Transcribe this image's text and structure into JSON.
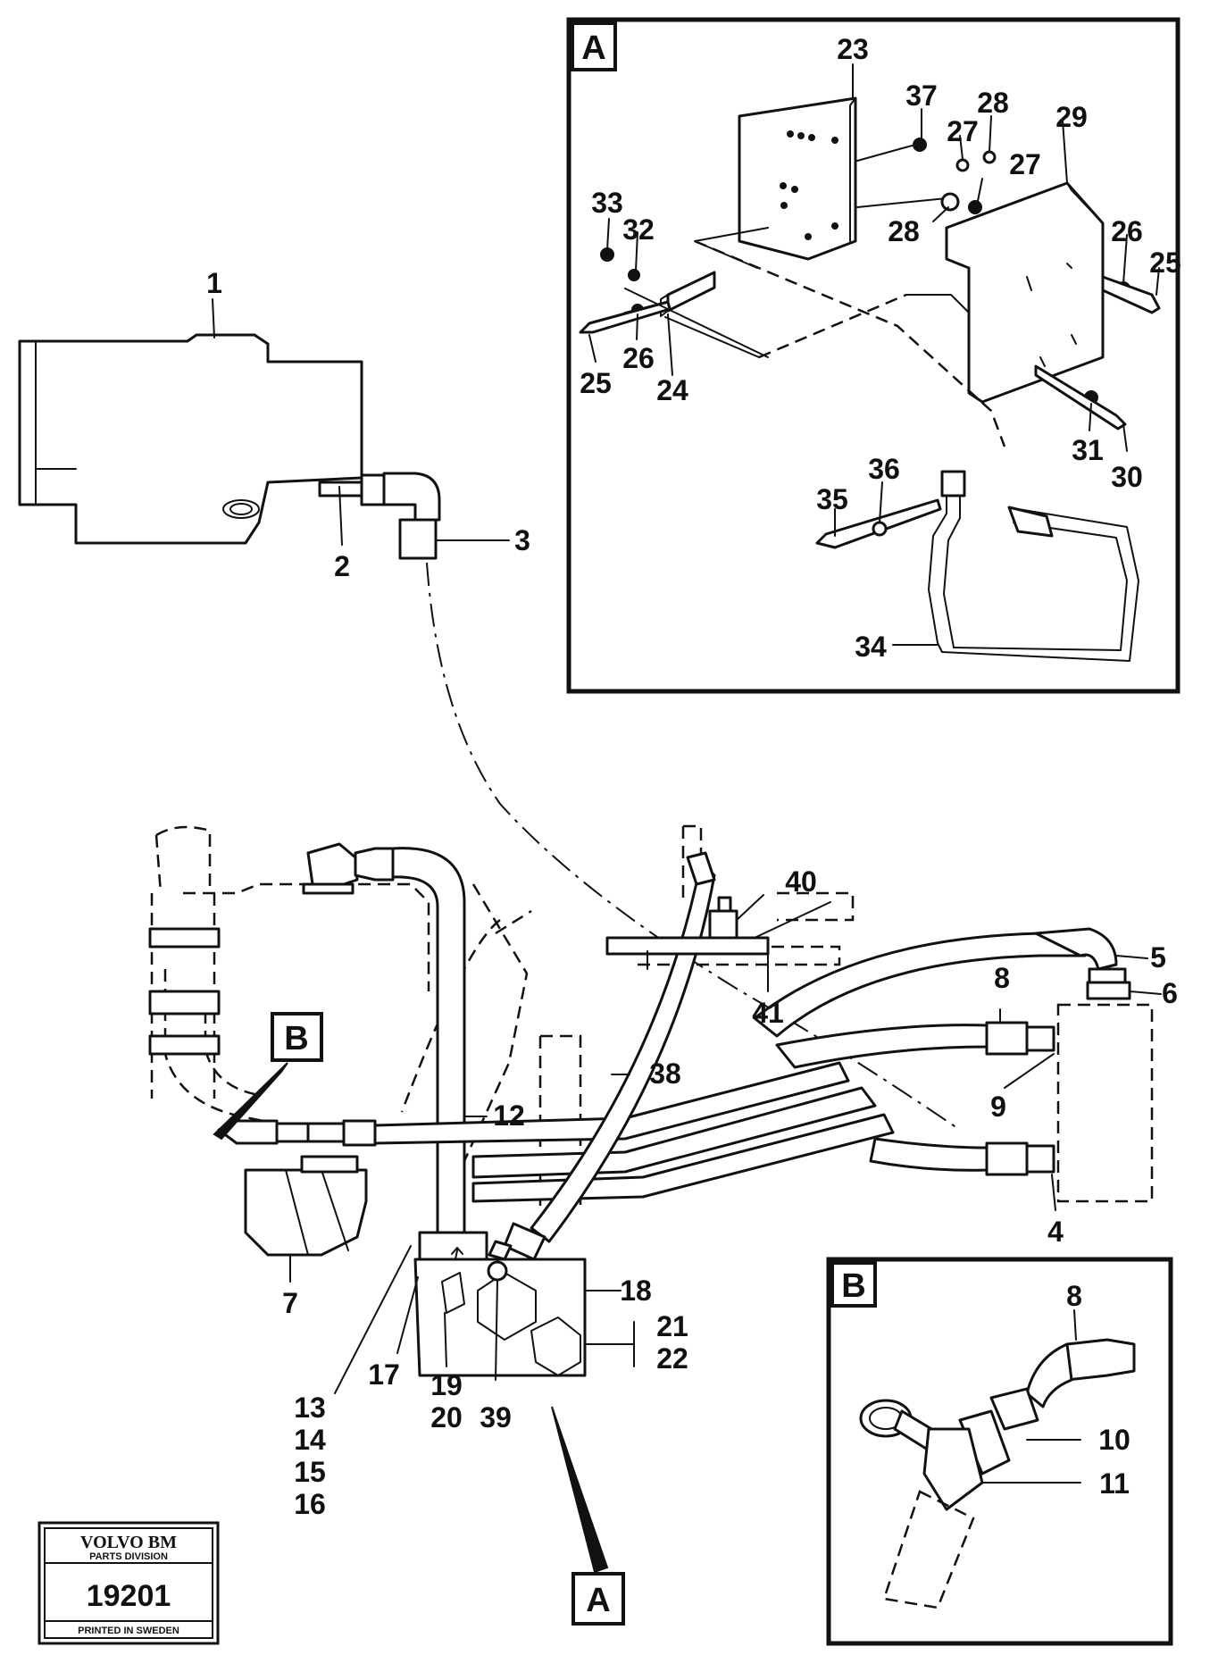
{
  "callouts": {
    "c1": "1",
    "c2": "2",
    "c3": "3",
    "c4": "4",
    "c5": "5",
    "c6": "6",
    "c7": "7",
    "c8": "8",
    "c9": "9",
    "c8b": "8",
    "c10": "10",
    "c11": "11",
    "c12": "12",
    "c13": "13",
    "c14": "14",
    "c15": "15",
    "c16": "16",
    "c17": "17",
    "c18": "18",
    "c19": "19",
    "c20": "20",
    "c21": "21",
    "c22": "22",
    "c23": "23",
    "c24": "24",
    "c25a": "25",
    "c25b": "25",
    "c26a": "26",
    "c26b": "26",
    "c27a": "27",
    "c27b": "27",
    "c28a": "28",
    "c28b": "28",
    "c29": "29",
    "c30": "30",
    "c31": "31",
    "c32": "32",
    "c33": "33",
    "c34": "34",
    "c35": "35",
    "c36": "36",
    "c37": "37",
    "c38": "38",
    "c39": "39",
    "c40": "40",
    "c41": "41"
  },
  "detail_labels": {
    "detail_a": "A",
    "detail_b": "B",
    "pointer_a": "A",
    "pointer_b": "B"
  },
  "stamp": {
    "brand": "VOLVO BM",
    "division": "PARTS DIVISION",
    "number": "19201",
    "printed": "PRINTED IN SWEDEN"
  }
}
